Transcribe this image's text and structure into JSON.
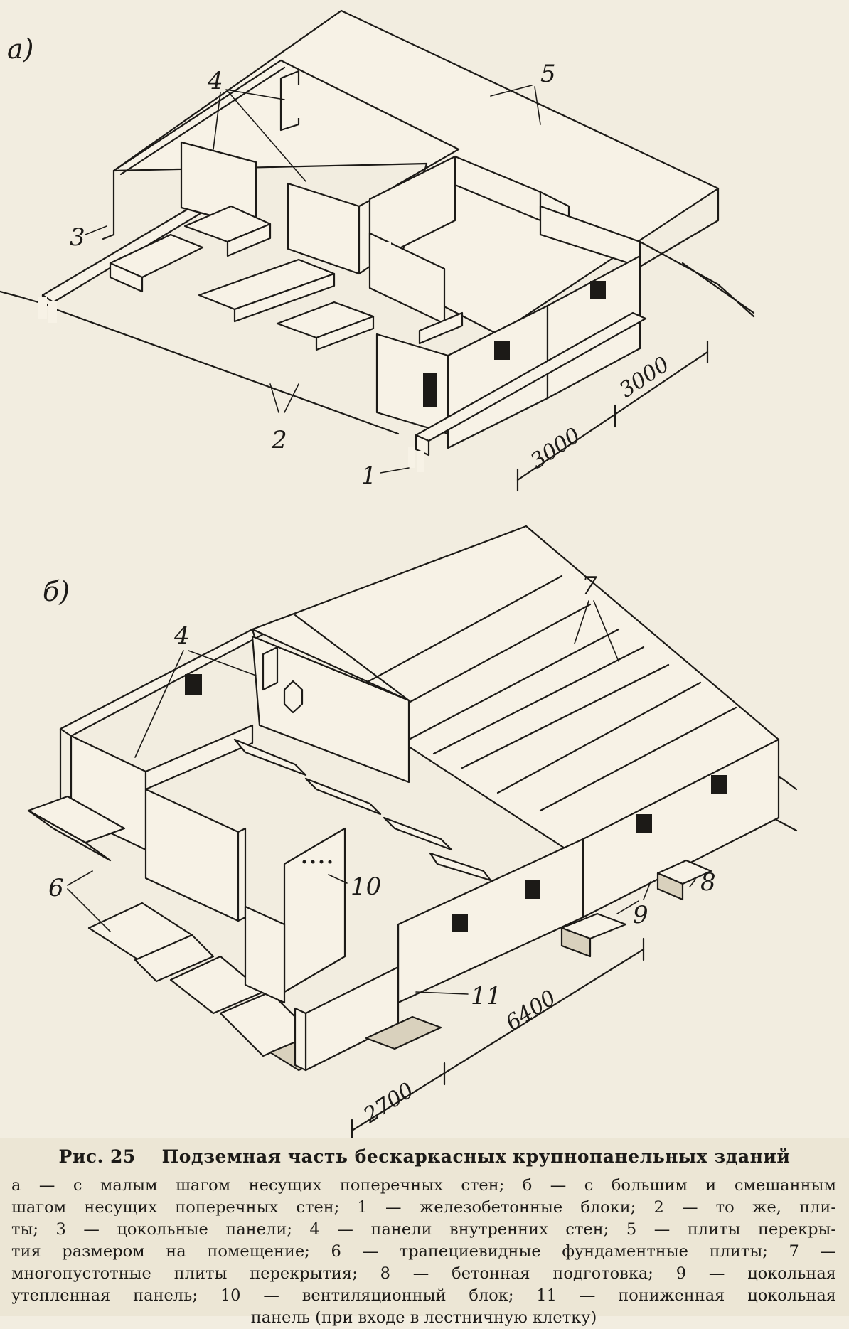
{
  "figure": {
    "panel_a_label": "а)",
    "panel_b_label": "б)",
    "callouts_a": [
      "1",
      "2",
      "3",
      "4",
      "5"
    ],
    "callouts_b": [
      "4",
      "6",
      "7",
      "8",
      "9",
      "10",
      "11"
    ],
    "dimensions_a": [
      "3000",
      "3000"
    ],
    "dimensions_b": [
      "2700",
      "6400"
    ]
  },
  "caption": {
    "number": "Рис. 25",
    "title": "Подземная часть бескаркасных крупнопанельных зданий",
    "lines": [
      "а — с малым шагом несущих поперечных стен; б — с большим и смешанным",
      "шагом несущих поперечных стен; 1 — железобетонные блоки; 2 — то же, пли-",
      "ты; 3 — цокольные панели; 4 — панели внутренних стен; 5 — плиты перекры-",
      "тия размером на помещение; 6 — трапециевидные фундаментные плиты; 7 —",
      "многопустотные плиты перекрытия;  8 — бетонная подготовка; 9 — цокольная",
      "утепленная панель; 10 — вентиляционный блок;  11 — пониженная цокольная",
      "панель (при входе в лестничную клетку)"
    ]
  }
}
